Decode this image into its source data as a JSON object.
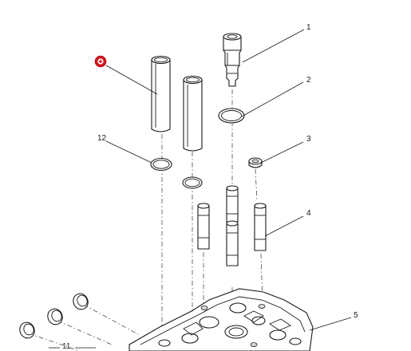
{
  "diagram": {
    "callouts": [
      {
        "id": "1",
        "label": "1"
      },
      {
        "id": "2",
        "label": "2"
      },
      {
        "id": "3",
        "label": "3"
      },
      {
        "id": "4",
        "label": "4"
      },
      {
        "id": "5",
        "label": "5"
      },
      {
        "id": "11",
        "label": "11"
      },
      {
        "id": "12",
        "label": "12"
      }
    ],
    "highlight_marker": {
      "color": "#d4141c",
      "icon": "red-target-marker-icon"
    }
  }
}
